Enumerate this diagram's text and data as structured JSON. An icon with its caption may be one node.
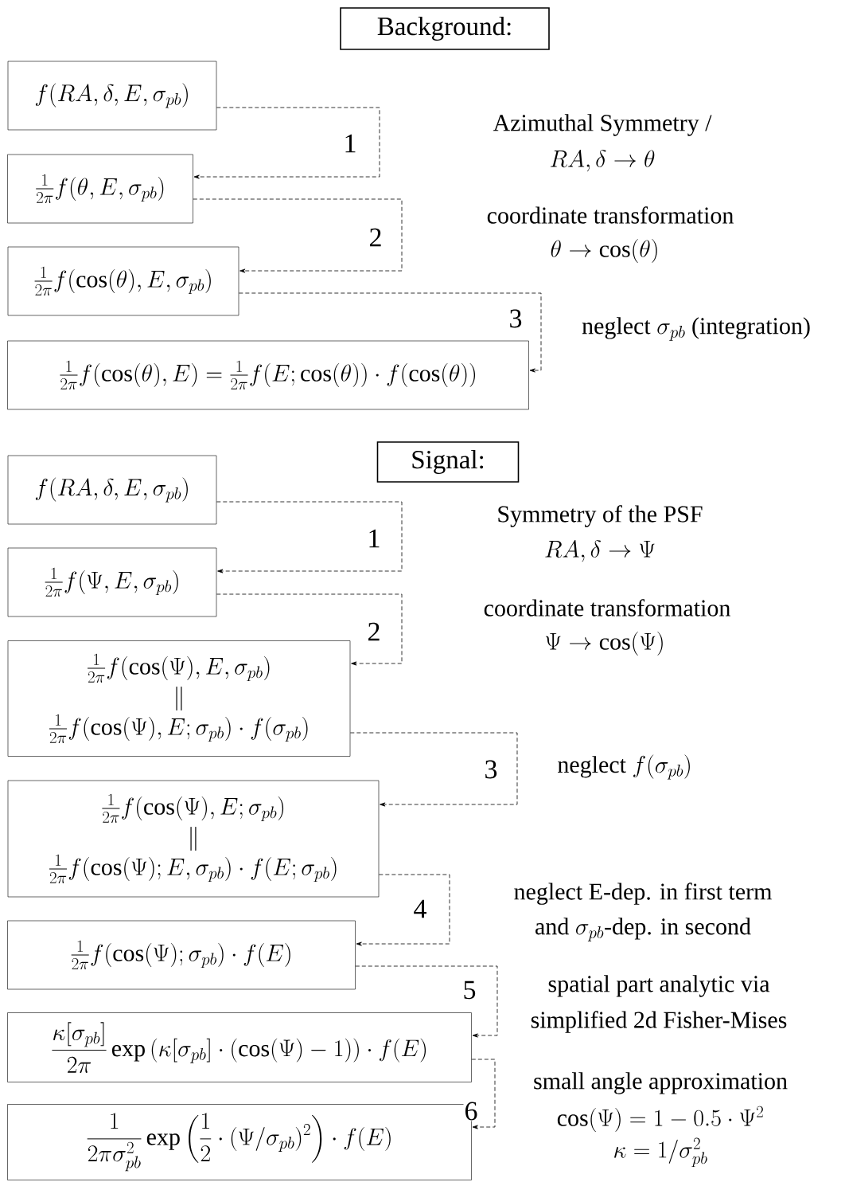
{
  "diagram": {
    "nodes": [
      {
        "text": [
          "Background:"
        ]
      },
      {
        "text": [
          "f(RA,\\delta,E,\\sigma_{pb})"
        ]
      },
      {
        "text": [
          "\\frac{1}{2\\pi}f(\\theta,E,\\sigma_{pb})"
        ]
      },
      {
        "text": [
          "\\frac{1}{2\\pi}f(\\cos(\\theta),E,\\sigma_{pb})"
        ]
      },
      {
        "text": [
          "\\frac{1}{2\\pi}f(\\cos(\\theta),E)=\\frac{1}{2\\pi}f(E;\\cos(\\theta))\\cdot f(\\cos(\\theta))"
        ]
      },
      {
        "text": [
          "Signal:"
        ]
      },
      {
        "text": [
          "f(RA,\\delta,E,\\sigma_{pb})"
        ]
      },
      {
        "text": [
          "\\frac{1}{2\\pi}f(\\Psi,E,\\sigma_{pb})"
        ]
      },
      {
        "text": [
          "\\frac{1}{2\\pi}f(\\cos(\\Psi),E,\\sigma_{pb})",
          "\\|",
          "\\frac{1}{2\\pi}f(\\cos(\\Psi),E;\\sigma_{pb})\\cdot f(\\sigma_{pb})"
        ]
      },
      {
        "text": [
          "\\frac{1}{2\\pi}f(\\cos(\\Psi),E;\\sigma_{pb})",
          "\\|",
          "\\frac{1}{2\\pi}f(\\cos(\\Psi);E,\\sigma_{pb})\\cdot f(E;\\sigma_{pb})"
        ]
      },
      {
        "text": [
          "\\frac{1}{2\\pi}f(\\cos(\\Psi);\\sigma_{pb})\\cdot f(E)"
        ]
      },
      {
        "text": [
          "\\frac{\\kappa[\\sigma_{pb}]}{2\\pi}\\exp\\left(\\kappa[\\sigma_{pb}]\\cdot(\\cos(\\Psi)-1)\\right)\\cdot f(E)"
        ]
      },
      {
        "text": [
          "\\frac{1}{2\\pi\\sigma_{pb}^2}\\exp\\left(\\frac{1}{2}\\cdot(\\Psi/\\sigma_{pb})^2\\right)\\cdot f(E)"
        ]
      }
    ],
    "edges": [
      {
        "from": 1,
        "to": 2,
        "arrow": "to",
        "style": "dashed",
        "label": "1"
      },
      {
        "from": 2,
        "to": 3,
        "arrow": "to",
        "style": "dashed",
        "label": "2"
      },
      {
        "from": 3,
        "to": 4,
        "arrow": "to",
        "style": "dashed",
        "label": "3"
      },
      {
        "from": 6,
        "to": 7,
        "arrow": "to",
        "style": "dashed",
        "label": "1"
      },
      {
        "from": 7,
        "to": 8,
        "arrow": "to",
        "style": "dashed",
        "label": "2"
      },
      {
        "from": 8,
        "to": 9,
        "arrow": "to",
        "style": "dashed",
        "label": "3"
      },
      {
        "from": 9,
        "to": 10,
        "arrow": "to",
        "style": "dashed",
        "label": "4"
      },
      {
        "from": 10,
        "to": 11,
        "arrow": "to",
        "style": "dashed",
        "label": "5"
      },
      {
        "from": 11,
        "to": 12,
        "arrow": "to",
        "style": "dashed",
        "label": "6"
      }
    ],
    "labels": [
      "Azimuthal Symmetry /",
      "RA,\\delta\\to\\theta",
      "coordinate transformation",
      "\\theta\\to\\cos(\\theta)",
      "\\text{neglect }\\sigma_{pb}\\text{ (integration)}",
      "Symmetry of the PSF",
      "RA,\\delta\\to\\Psi",
      "coordinate transformation",
      "\\Psi\\to\\cos(\\Psi)",
      "\\text{neglect }f(\\sigma_{pb})",
      "neglect E-dep. in first term",
      "\\text{and }\\sigma_{pb}\\text{-dep. in second}",
      "spatial part analytic via",
      "simplified 2d Fisher-Mises",
      "small angle approximation",
      "\\cos(\\Psi)=1-0.5\\cdot\\Psi^2",
      "\\kappa=1/\\sigma_{pb}^2"
    ]
  }
}
